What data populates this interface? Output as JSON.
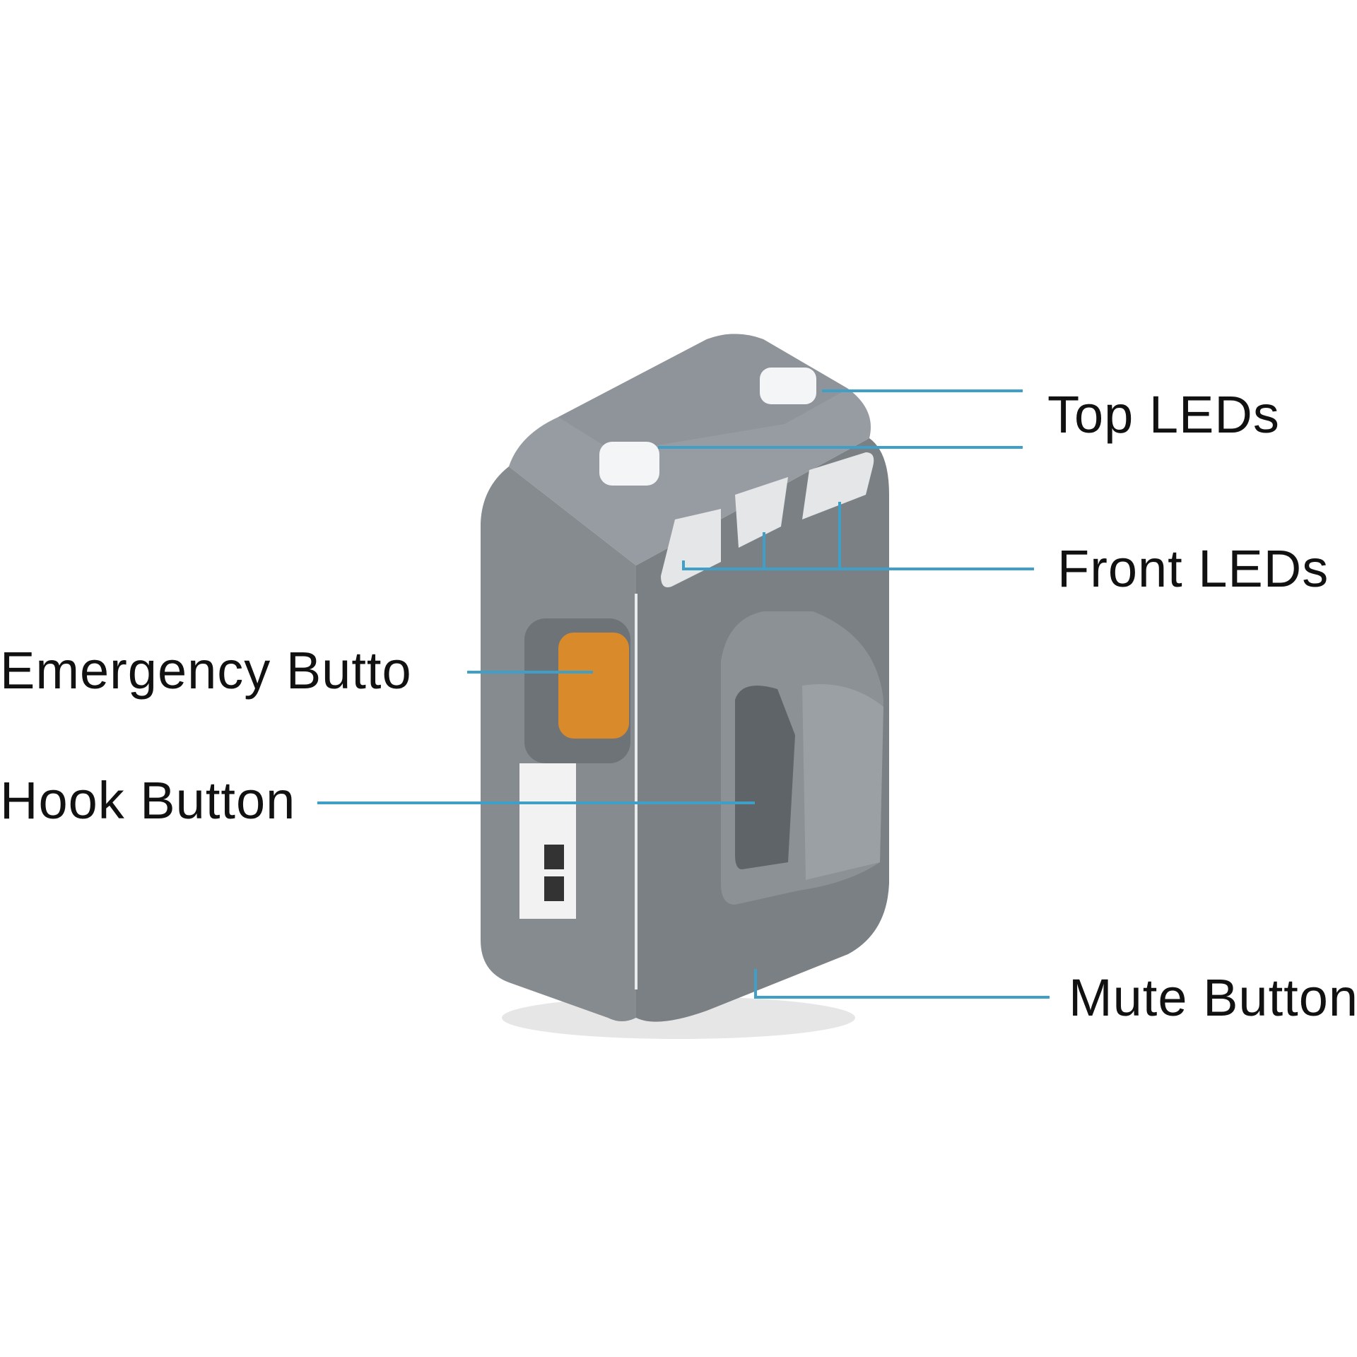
{
  "labels": {
    "top_leds": "Top LEDs",
    "front_leds": "Front LEDs",
    "emergency_button": "Emergency Butto",
    "hook_button": "Hook Button",
    "mute_button": "Mute Button"
  },
  "colors": {
    "leader_line": "#3f9fc6",
    "body_front": "#7b8085",
    "body_side": "#868b90",
    "body_top": "#959aa0",
    "led": "#eceeef",
    "emergency": "#d98a2a"
  }
}
